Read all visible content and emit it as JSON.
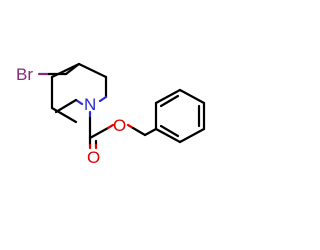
{
  "molecule": {
    "atoms": {
      "br": {
        "label": "Br",
        "color": "#8a2a7a"
      },
      "n": {
        "label": "N",
        "color": "#2a2ad8"
      },
      "o_carbonyl": {
        "label": "O",
        "color": "#e00000"
      },
      "o_ester": {
        "label": "O",
        "color": "#e00000"
      }
    },
    "bond_color": "#000000"
  }
}
